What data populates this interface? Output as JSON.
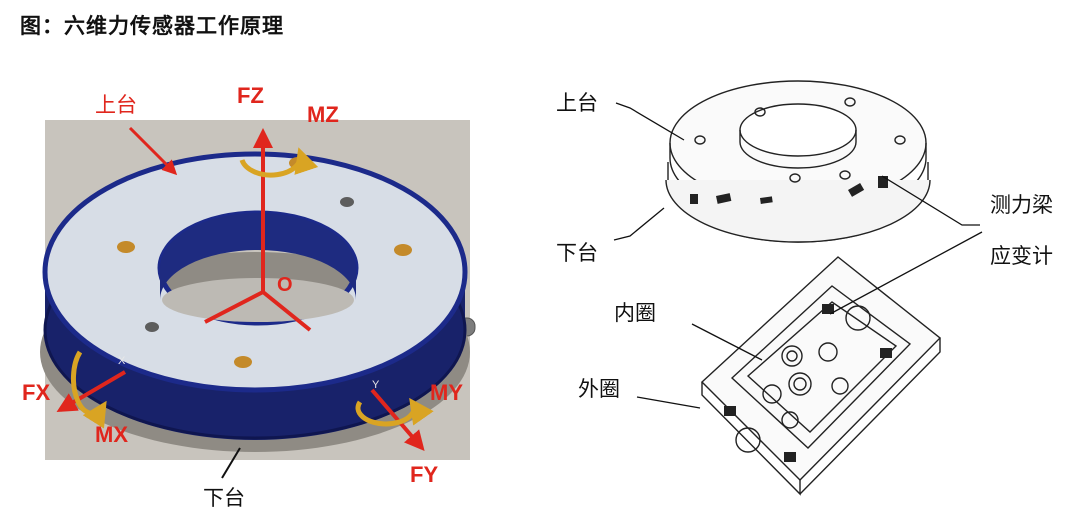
{
  "title": "图：六维力传感器工作原理",
  "left_figure": {
    "labels": {
      "upper_plate": "上台",
      "lower_plate": "下台",
      "fz": "FZ",
      "mz": "MZ",
      "fx": "FX",
      "mx": "MX",
      "fy": "FY",
      "my": "MY",
      "origin": "O",
      "axis_y": "Y",
      "axis_x": "X"
    },
    "colors": {
      "background": "#c8c4bd",
      "ring_top": "#d7dde6",
      "ring_edge": "#1c2a8a",
      "ring_side": "#18226a",
      "force_red": "#e0261d",
      "moment_gold": "#d9a423"
    }
  },
  "right_figure": {
    "labels": {
      "upper_plate": "上台",
      "lower_plate": "下台",
      "load_beam": "测力梁",
      "strain_gauge": "应变计",
      "inner_ring": "内圈",
      "outer_ring": "外圈"
    }
  }
}
